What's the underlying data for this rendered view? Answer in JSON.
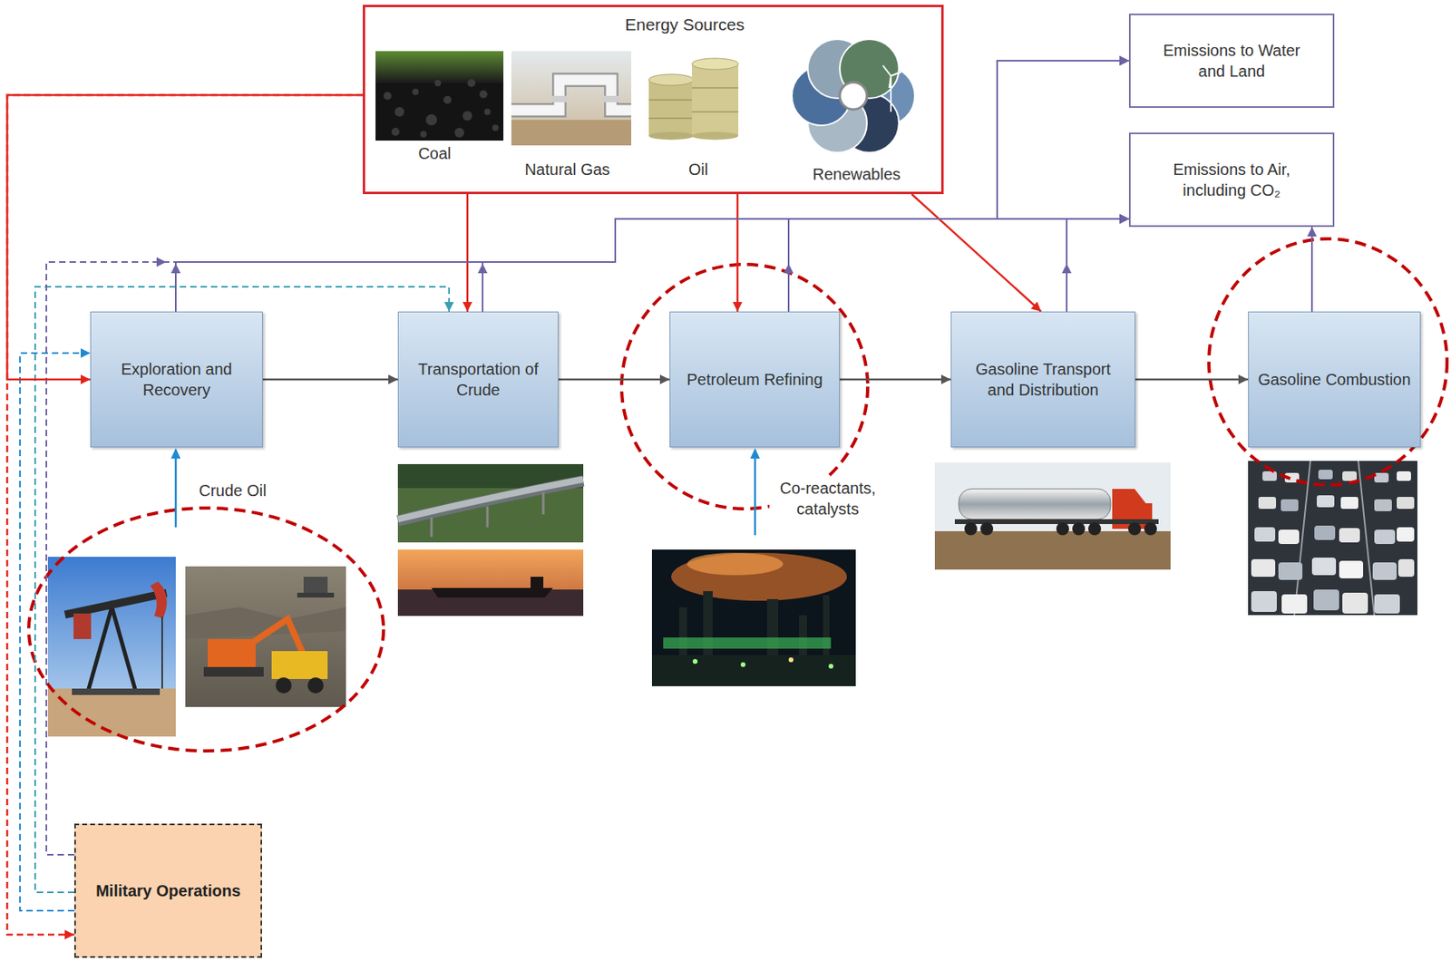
{
  "diagram": {
    "nodes": [
      {
        "text": [
          "Energy Sources",
          "Coal",
          "Natural Gas",
          "Oil",
          "Renewables"
        ]
      },
      {
        "text": [
          "Emissions to Water and Land"
        ]
      },
      {
        "text": [
          "Emissions to Air, including CO₂"
        ]
      },
      {
        "text": [
          "Exploration and Recovery"
        ]
      },
      {
        "text": [
          "Transportation of Crude"
        ]
      },
      {
        "text": [
          "Petroleum Refining"
        ]
      },
      {
        "text": [
          "Gasoline Transport and Distribution"
        ]
      },
      {
        "text": [
          "Gasoline Combustion"
        ]
      },
      {
        "text": [
          "Military Operations"
        ]
      }
    ],
    "edges": [
      {
        "from": 3,
        "to": 4,
        "arrow": "to"
      },
      {
        "from": 4,
        "to": 5,
        "arrow": "to"
      },
      {
        "from": 5,
        "to": 6,
        "arrow": "to"
      },
      {
        "from": 6,
        "to": 7,
        "arrow": "to"
      },
      {
        "from": 0,
        "to": 3,
        "arrow": "to"
      },
      {
        "from": 0,
        "to": 4,
        "arrow": "to"
      },
      {
        "from": 0,
        "to": 5,
        "arrow": "to"
      },
      {
        "from": 0,
        "to": 6,
        "arrow": "to"
      },
      {
        "from": 0,
        "to": 8,
        "arrow": "to"
      },
      {
        "from": 8,
        "to": 3,
        "arrow": "to"
      },
      {
        "from": 8,
        "to": 4,
        "arrow": "to"
      },
      {
        "from": 3,
        "to": 2,
        "arrow": "to"
      },
      {
        "from": 3,
        "to": 1,
        "arrow": "to"
      },
      {
        "from": 4,
        "to": 2,
        "arrow": "to"
      },
      {
        "from": 4,
        "to": 1,
        "arrow": "to"
      },
      {
        "from": 5,
        "to": 2,
        "arrow": "to"
      },
      {
        "from": 5,
        "to": 1,
        "arrow": "to"
      },
      {
        "from": 6,
        "to": 2,
        "arrow": "to"
      },
      {
        "from": 7,
        "to": 2,
        "arrow": "to"
      },
      {
        "from": 8,
        "to": 2,
        "arrow": "to"
      },
      {
        "from": 8,
        "to": 1,
        "arrow": "to"
      }
    ],
    "labels": [
      "Crude Oil",
      "Co-reactants, catalysts"
    ]
  }
}
